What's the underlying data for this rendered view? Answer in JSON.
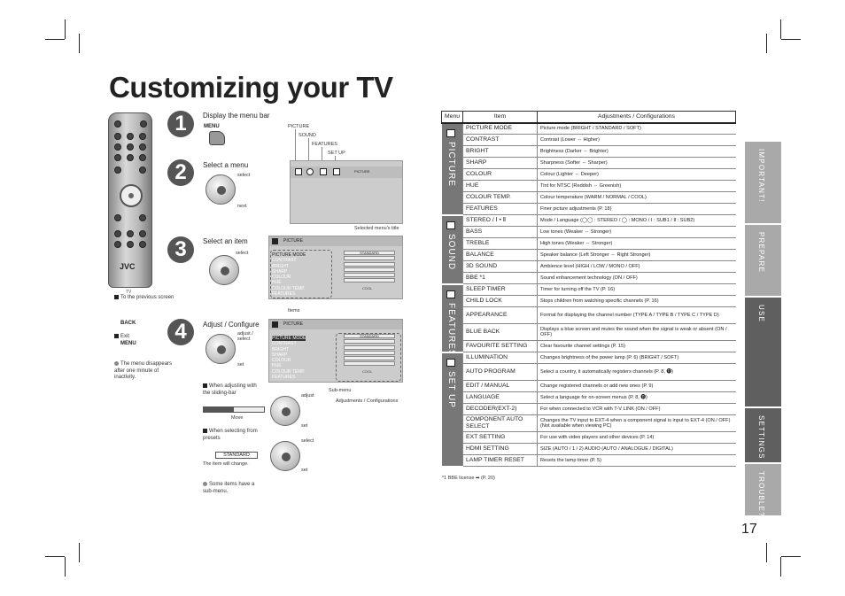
{
  "title": "Customizing your TV",
  "page_number": "17",
  "remote": {
    "brand": "JVC",
    "label": "TV"
  },
  "steps": [
    {
      "num": "1",
      "text": "Display the menu bar",
      "key": "MENU"
    },
    {
      "num": "2",
      "text": "Select a menu",
      "select": "select",
      "next": "next"
    },
    {
      "num": "3",
      "text": "Select an item",
      "select": "select"
    },
    {
      "num": "4",
      "text": "Adjust / Configure",
      "adjust": "adjust / select",
      "set": "set"
    }
  ],
  "menu_bar_labels": [
    "PICTURE",
    "SOUND",
    "FEATURES",
    "SET UP"
  ],
  "menu_bar_selected": "PICTURE",
  "osd_title_label": "Selected menu's title",
  "items_label": "Items",
  "submenu_label": "Sub-menu",
  "adjust_conf_label": "Adjustments / Configurations",
  "osd1": {
    "title": "PICTURE",
    "items": [
      "PICTURE MODE",
      "CONTRAST",
      "BRIGHT",
      "SHARP",
      "COLOUR",
      "HUE",
      "COLOUR TEMP.",
      "FEATURES"
    ],
    "value": "STANDARD",
    "cool": "COOL"
  },
  "left_notes": {
    "prev": "To the previous screen",
    "back_key": "BACK",
    "exit": "Exit",
    "menu_key": "MENU",
    "disappear": "The menu disappears after one minute of inactivity."
  },
  "slider_note": {
    "head": "When adjusting with the sliding-bar",
    "adjust": "adjust",
    "move": "Move",
    "set": "set"
  },
  "preset_note": {
    "head": "When selecting from presets",
    "select": "select",
    "set": "set",
    "value": "STANDARD",
    "sub": "The item will change."
  },
  "submenu_note": "Some items have a sub-menu.",
  "table_headers": {
    "menu": "Menu",
    "item": "Item",
    "adj": "Adjustments / Configurations"
  },
  "table_groups": [
    {
      "menu": "PICTURE",
      "rows": [
        [
          "PICTURE MODE",
          "Picture mode (BRIGHT / STANDARD / SOFT)"
        ],
        [
          "CONTRAST",
          "Contrast (Lower ⇔ Higher)"
        ],
        [
          "BRIGHT",
          "Brightness (Darker ⇔ Brighter)"
        ],
        [
          "SHARP",
          "Sharpness (Softer ⇔ Sharper)"
        ],
        [
          "COLOUR",
          "Colour (Lighter ⇔ Deeper)"
        ],
        [
          "HUE",
          "Tint for NTSC (Reddish ⇔ Greenish)"
        ],
        [
          "COLOUR TEMP.",
          "Colour temperature (WARM / NORMAL / COOL)"
        ],
        [
          "FEATURES",
          "Finer picture adjustments (P. 18)"
        ]
      ]
    },
    {
      "menu": "SOUND",
      "rows": [
        [
          "STEREO / Ⅰ • Ⅱ",
          "Mode / Language (◯◯ : STEREO / ◯ : MONO / Ⅰ : SUB1 / Ⅱ : SUB2)"
        ],
        [
          "BASS",
          "Low tones (Weaker ⇔ Stronger)"
        ],
        [
          "TREBLE",
          "High tones (Weaker ⇔ Stronger)"
        ],
        [
          "BALANCE",
          "Speaker balance (Left Stronger ⇔ Right Stronger)"
        ],
        [
          "3D SOUND",
          "Ambience level (HIGH / LOW / MONO / OFF)"
        ],
        [
          "BBE *1",
          "Sound enhancement technology (ON / OFF)"
        ]
      ]
    },
    {
      "menu": "FEATURES",
      "rows": [
        [
          "SLEEP TIMER",
          "Timer for turning off the TV (P. 16)"
        ],
        [
          "CHILD LOCK",
          "Stops children from watching specific channels (P. 16)"
        ],
        [
          "APPEARANCE",
          "Format for displaying the channel number (TYPE A / TYPE B / TYPE C / TYPE D)"
        ],
        [
          "BLUE BACK",
          "Displays a blue screen and mutes the sound when the signal is weak or absent (ON / OFF)"
        ],
        [
          "FAVOURITE SETTING",
          "Clear favourite channel settings (P. 15)"
        ]
      ]
    },
    {
      "menu": "SET UP",
      "rows": [
        [
          "ILLUMINATION",
          "Changes brightness of the power lamp (P. 6) (BRIGHT / SOFT)"
        ],
        [
          "AUTO PROGRAM",
          "Select a country, it automatically registers channels (P. 8, ⓫)"
        ],
        [
          "EDIT / MANUAL",
          "Change registered channels or add new ones (P. 9)"
        ],
        [
          "LANGUAGE",
          "Select a language for on-screen menus (P. 8, ⓫)"
        ],
        [
          "DECODER(EXT-2)",
          "For when connected to VCR with T-V LINK (ON / OFF)"
        ],
        [
          "COMPONENT AUTO SELECT",
          "Changes the TV input to EXT-4 when a component signal is input to EXT-4 (ON / OFF) (Not available when viewing PC)"
        ],
        [
          "EXT SETTING",
          "For use with video players and other devices (P. 14)"
        ],
        [
          "HDMI SETTING",
          "SIZE (AUTO / 1 / 2) AUDIO (AUTO / ANALOGUE / DIGITAL)"
        ],
        [
          "LAMP TIMER RESET",
          "Resets the lamp timer (P. 5)"
        ]
      ]
    }
  ],
  "footnote": "*1 BBE license ➡ (P. 20)",
  "side_tabs": [
    {
      "label": "IMPORTANT!",
      "color": "#a9a9a9"
    },
    {
      "label": "PREPARE",
      "color": "#a9a9a9"
    },
    {
      "label": "USE",
      "color": "#5f5f5f"
    },
    {
      "label": "SETTINGS",
      "color": "#5f5f5f"
    },
    {
      "label": "TROUBLE?",
      "color": "#a9a9a9"
    }
  ]
}
